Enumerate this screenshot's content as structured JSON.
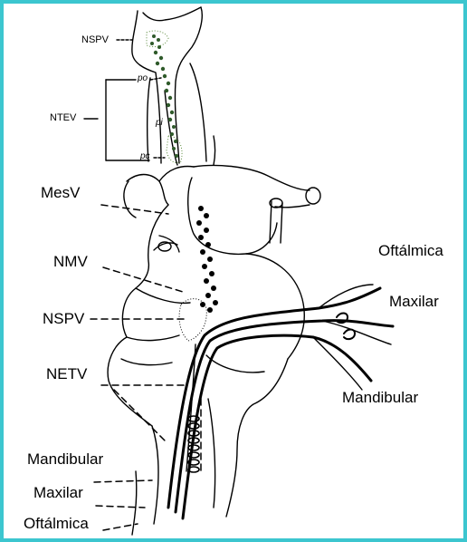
{
  "figure": {
    "accent_color": "#3cc6cf",
    "labels": {
      "top_nspv": "NSPV",
      "ntev": "NTEV",
      "po": "po",
      "pi": "pi",
      "pc": "pc",
      "mesv": "MesV",
      "nmv": "NMV",
      "nspv": "NSPV",
      "netv": "NETV",
      "oftalmica_right": "Oftálmica",
      "maxilar_right": "Maxilar",
      "mandibular_right": "Mandibular",
      "mandibular_left": "Mandibular",
      "maxilar_left": "Maxilar",
      "oftalmica_left": "Oftálmica"
    }
  }
}
